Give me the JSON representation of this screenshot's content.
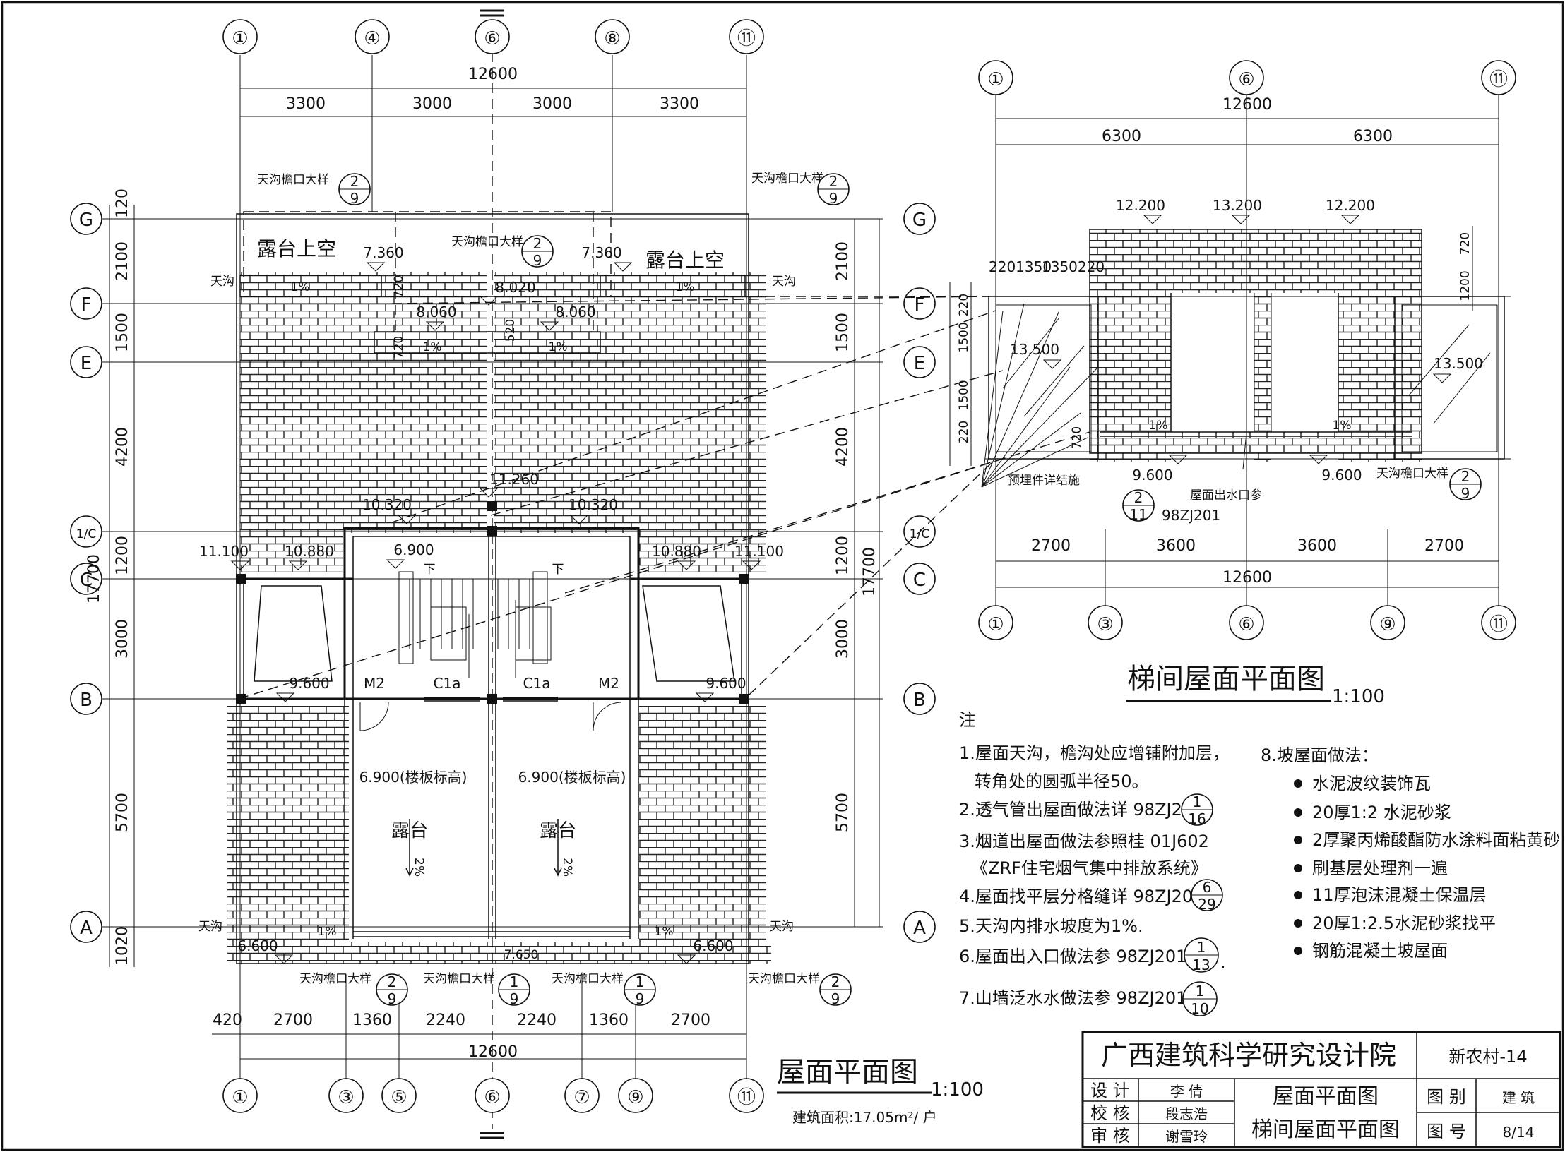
{
  "main_plan": {
    "title": "屋面平面图",
    "scale": "1:100",
    "area_note": "建筑面积:17.05m²/ 户",
    "top_axes": [
      "①",
      "④",
      "⑥",
      "⑧",
      "⑪"
    ],
    "bottom_axes": [
      "①",
      "③",
      "⑤",
      "⑥",
      "⑦",
      "⑨",
      "⑪"
    ],
    "rows": [
      "G",
      "F",
      "E",
      "1/C",
      "C",
      "B",
      "A"
    ],
    "top_total": "12600",
    "top_dims": [
      "3300",
      "3000",
      "3000",
      "3300"
    ],
    "bottom_total": "12600",
    "bottom_dims": [
      "420",
      "2700",
      "1360",
      "2240",
      "2240",
      "1360",
      "2700"
    ],
    "left_dims": [
      "120",
      "2100",
      "1500",
      "4200",
      "1200",
      "3000",
      "5700",
      "1020"
    ],
    "left_total": "17700",
    "right_dims": [
      "2100",
      "1500",
      "4200",
      "1200",
      "3000",
      "5700"
    ],
    "right_total": "17700",
    "elevations": [
      "7.360",
      "7.360",
      "8.060",
      "8.020",
      "8.060",
      "10.320",
      "11.260",
      "10.320",
      "11.100",
      "10.880",
      "10.880",
      "11.100",
      "6.900",
      "9.600",
      "9.600",
      "6.600",
      "6.600",
      "7.650"
    ],
    "labels": {
      "terrace_void_l": "露台上空",
      "terrace_void_r": "露台上空",
      "gutter": "天沟",
      "eave_detail": "天沟檐口大样",
      "terrace": "露台",
      "terrace_elev": "6.900(楼板标高)",
      "slope_1": "1%",
      "slope_2": "2%",
      "down": "下",
      "m2": "M2",
      "c1a": "C1a",
      "d720": "720",
      "d520": "520",
      "d9": "9",
      "d2": "2",
      "d1": "1"
    }
  },
  "stair_plan": {
    "title": "梯间屋面平面图",
    "scale": "1:100",
    "top_axes": [
      "①",
      "⑥",
      "⑪"
    ],
    "bottom_axes": [
      "①",
      "③",
      "⑥",
      "⑨",
      "⑪"
    ],
    "top_total": "12600",
    "top_dims": [
      "6300",
      "6300"
    ],
    "bottom_dims": [
      "2700",
      "3600",
      "3600",
      "2700"
    ],
    "bottom_total": "12600",
    "left_dims": [
      "2201350",
      "1350220",
      "220",
      "1500",
      "1500",
      "220"
    ],
    "right_dims": [
      "720",
      "1200"
    ],
    "elevations": [
      "12.200",
      "13.200",
      "12.200",
      "13.500",
      "13.500",
      "9.600",
      "9.600"
    ],
    "labels": {
      "embedded": "预埋件详结施",
      "outlet": "屋面出水口参",
      "outlet_std": "98ZJ201",
      "outlet_num": "2",
      "outlet_den": "11",
      "eave_detail": "天沟檐口大样",
      "d720": "720",
      "d2": "2",
      "d9": "9",
      "slope": "1%"
    }
  },
  "notes": {
    "heading": "注",
    "items": [
      "1.屋面天沟，檐沟处应增铺附加层，",
      "转角处的圆弧半径50。",
      "2.透气管出屋面做法详 98ZJ201",
      "3.烟道出屋面做法参照桂 01J602",
      "《ZRF住宅烟气集中排放系统》",
      "4.屋面找平层分格缝详 98ZJ201",
      "5.天沟内排水坡度为1%.",
      "6.屋面出入口做法参 98ZJ201",
      "7.山墙泛水水做法参 98ZJ201"
    ],
    "refs": [
      [
        "1",
        "16"
      ],
      [
        "6",
        "29"
      ],
      [
        "1",
        "13"
      ],
      [
        "1",
        "10"
      ]
    ],
    "trail_dot": ".",
    "slope_heading": "8.坡屋面做法：",
    "slope_items": [
      "水泥波纹装饰瓦",
      "20厚1:2 水泥砂浆",
      "2厚聚丙烯酸酯防水涂料面粘黄砂",
      "刷基层处理剂一遍",
      "11厚泡沫混凝土保温层",
      "20厚1:2.5水泥砂浆找平",
      "钢筋混凝土坡屋面"
    ]
  },
  "title_block": {
    "institute": "广西建筑科学研究设计院",
    "project": "新农村-14",
    "roles": [
      {
        "role": "设 计",
        "name": "李 倩"
      },
      {
        "role": "校 核",
        "name": "段志浩"
      },
      {
        "role": "审 核",
        "name": "谢雪玲"
      }
    ],
    "drawing_title_1": "屋面平面图",
    "drawing_title_2": "梯间屋面平面图",
    "category_label": "图 别",
    "category_value": "建 筑",
    "number_label": "图 号",
    "number_value": "8/14"
  }
}
